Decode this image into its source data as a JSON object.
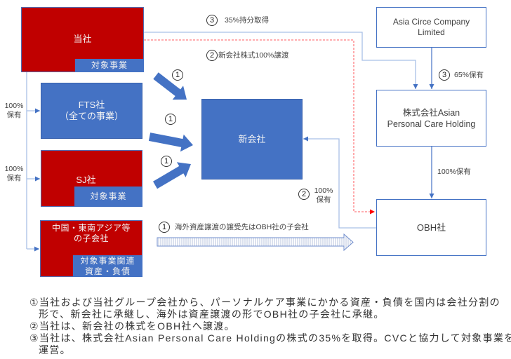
{
  "colors": {
    "red_box": "#C00000",
    "blue_box": "#4472C4",
    "connector": "#8FAADC",
    "share_transfer_dashed": "#FF7C80"
  },
  "boxes": {
    "tosha": {
      "label": "当社",
      "sub_label": "対象事業"
    },
    "fts": {
      "label_line1": "FTS社",
      "label_line2": "（全ての事業）"
    },
    "sj": {
      "label": "SJ社",
      "sub_label": "対象事業"
    },
    "asia_subsidiaries": {
      "label_line1": "中国・東南アジア等",
      "label_line2": "の子会社",
      "sub_line1": "対象事業関連",
      "sub_line2": "資産・負債"
    },
    "new_company": {
      "label": "新会社"
    },
    "asia_circe": {
      "label_line1": "Asia Circe Company",
      "label_line2": "Limited"
    },
    "apch": {
      "label_line1": "株式会社Asian",
      "label_line2": "Personal Care Holding"
    },
    "obh": {
      "label": "OBH社"
    }
  },
  "edge_labels": {
    "fts_holding": {
      "pct": "100%",
      "text": "保有"
    },
    "sj_holding": {
      "pct": "100%",
      "text": "保有"
    },
    "stake_acquisition": {
      "step": "3",
      "text": "35%持分取得"
    },
    "share_transfer": {
      "step": "2",
      "text": "新会社株式100%譲渡"
    },
    "circe_holding": {
      "step": "3",
      "text": "65%保有"
    },
    "apch_holding": {
      "text": "100%保有"
    },
    "obh_holding": {
      "step": "2",
      "pct": "100%",
      "text": "保有"
    },
    "split_arrows": [
      {
        "step": "1"
      },
      {
        "step": "1"
      },
      {
        "step": "1"
      }
    ],
    "overseas_transfer": {
      "step": "1",
      "text": "海外資産譲渡の譲受先はOBH社の子会社"
    }
  },
  "notes": [
    {
      "lines": [
        "①当社および当社グループ会社から、パーソナルケア事業にかかる資産・負債を国内は会社分割の",
        "形で、新会社に承継し、海外は資産譲渡の形でOBH社の子会社に承継。"
      ]
    },
    {
      "lines": [
        "②当社は、新会社の株式をOBH社へ譲渡。"
      ]
    },
    {
      "lines": [
        "③当社は、株式会社Asian Personal Care Holdingの株式の35%を取得。CVCと協力して対象事業を",
        "運営。"
      ]
    }
  ]
}
